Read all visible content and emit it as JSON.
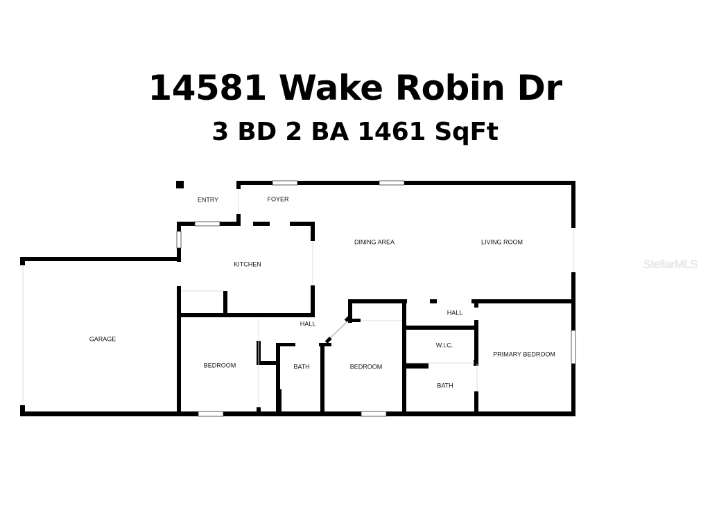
{
  "header": {
    "address": "14581 Wake Robin Dr",
    "specs": "3 BD 2 BA 1461 SqFt"
  },
  "floorplan": {
    "rooms": [
      {
        "id": "entry",
        "label": "ENTRY"
      },
      {
        "id": "foyer",
        "label": "FOYER"
      },
      {
        "id": "dining",
        "label": "DINING AREA"
      },
      {
        "id": "living",
        "label": "LIVING ROOM"
      },
      {
        "id": "kitchen",
        "label": "KITCHEN"
      },
      {
        "id": "garage",
        "label": "GARAGE"
      },
      {
        "id": "hall1",
        "label": "HALL"
      },
      {
        "id": "bedroom1",
        "label": "BEDROOM"
      },
      {
        "id": "bath1",
        "label": "BATH"
      },
      {
        "id": "bedroom2",
        "label": "BEDROOM"
      },
      {
        "id": "hall2",
        "label": "HALL"
      },
      {
        "id": "wic",
        "label": "W.I.C."
      },
      {
        "id": "bath2",
        "label": "BATH"
      },
      {
        "id": "primary",
        "label": "PRIMARY BEDROOM"
      }
    ],
    "wall_color": "#000000",
    "background": "#ffffff"
  },
  "watermark": {
    "text": "StellarMLS"
  }
}
